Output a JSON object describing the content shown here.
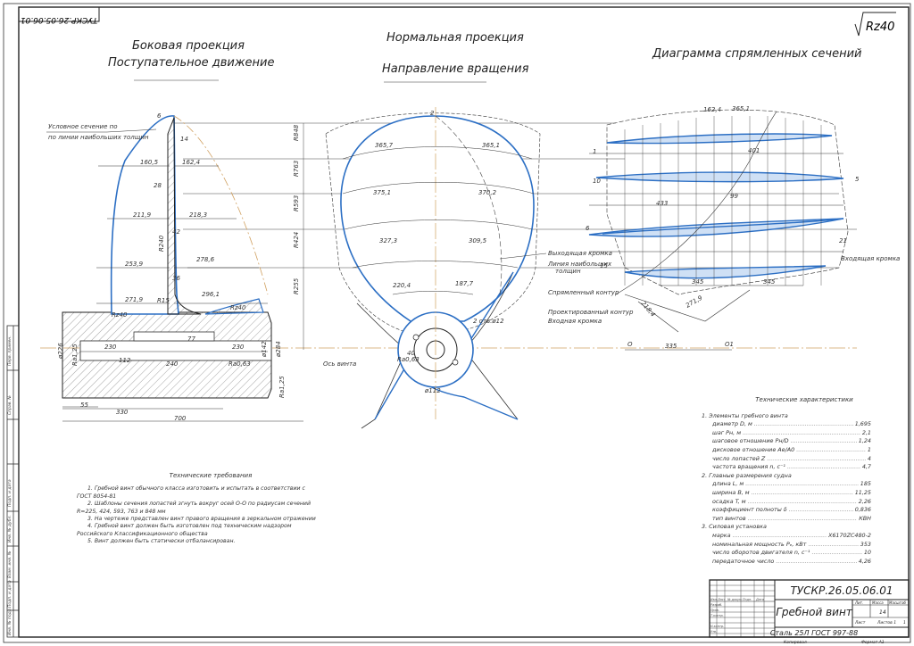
{
  "stamp_top": "ТУСКР.26.05.06.01",
  "roughness": "Rz40",
  "headings": {
    "side_l1": "Боковая проекция",
    "side_l2": "Поступательное движение",
    "normal_l1": "Нормальная проекция",
    "normal_l2": "Направление вращения",
    "diagram": "Диаграмма спрямленных сечений"
  },
  "callouts": {
    "conditional_section_l1": "Условное сечение по",
    "conditional_section_l2": "по линии наибольших толщин",
    "exit_edge": "Выходящая кромка",
    "max_thickness_l1": "Линия наибольших",
    "max_thickness_l2": "толщин",
    "straightened_contour": "Спрямленный контур",
    "projected_contour": "Проектированный контур",
    "entry_edge_mid": "Входная кромка",
    "entry_edge_right": "Входящая кромка",
    "holes": "2 отв.ø12",
    "screw_axis": "Ось винта"
  },
  "radii": [
    "R848",
    "R763",
    "R593",
    "R424",
    "R255"
  ],
  "side_dims": [
    "160,5",
    "162,4",
    "211,9",
    "218,3",
    "253,9",
    "278,6",
    "271,9",
    "296,1",
    "28",
    "14",
    "36",
    "42",
    "6",
    "230",
    "230",
    "240",
    "77",
    "112",
    "55",
    "330",
    "700",
    "Rz40",
    "Rz40",
    "Ra0,63",
    "Ra1,25",
    "Ra1,25",
    "ø226",
    "ø142",
    "ø284",
    "R240",
    "R15"
  ],
  "normal_dims": [
    "365,7",
    "365,1",
    "375,1",
    "370,2",
    "327,3",
    "309,5",
    "220,4",
    "187,7",
    "2",
    "Ra0,63",
    "40",
    "ø112"
  ],
  "diagram_dims": [
    "162,4",
    "365,1",
    "401",
    "433",
    "99",
    "335",
    "345",
    "345",
    "271,9",
    "218,4",
    "O",
    "O1",
    "1",
    "5",
    "6",
    "10",
    "15",
    "21"
  ],
  "tech_requirements": {
    "title": "Технические требования",
    "items": [
      "1. Гребной винт обычного класса изготовить и испытать в соответствии с ГОСТ 8054-81",
      "2. Шаблоны сечения лопастей згнуть вокруг осей О-О по радиусам сечений R=225, 424, 593, 763 и 848 мм",
      "3. На чертеже представлен винт правого вращения в зеркальном отражении",
      "4. Гребной винт должен быть изготовлен под техническим надзором Российского Классификационного общества",
      "5. Винт должен быть статически отбалансирован."
    ]
  },
  "tech_characteristics": {
    "title": "Технические характеристики",
    "sec1": "1. Элементы гребного винта",
    "rows1": [
      {
        "label": "диаметр D, м",
        "value": "1,695"
      },
      {
        "label": "шаг Pн, м",
        "value": "2,1"
      },
      {
        "label": "шаговое отношение Pн/D",
        "value": "1,24"
      },
      {
        "label": "дисковое отношение Ae/A0",
        "value": "1"
      },
      {
        "label": "число лопастей Z",
        "value": "4"
      },
      {
        "label": "частота вращения n, с⁻¹",
        "value": "4,7"
      }
    ],
    "sec2": "2. Главные размерения судна",
    "rows2": [
      {
        "label": "длина L, м",
        "value": "185"
      },
      {
        "label": "ширина B, м",
        "value": "11,25"
      },
      {
        "label": "осадка T, м",
        "value": "2,26"
      },
      {
        "label": "коэффициент полноты δ",
        "value": "0,836"
      },
      {
        "label": "тип винтов",
        "value": "КВН"
      }
    ],
    "sec3": "3. Силовая установка",
    "rows3": [
      {
        "label": "марка",
        "value": "Х6170ZC480-2"
      },
      {
        "label": "номинальная мощность Pₑ, кВт",
        "value": "353"
      },
      {
        "label": "число оборотов двигателя n, с⁻¹",
        "value": "10"
      },
      {
        "label": "передаточное число",
        "value": "4,26"
      }
    ]
  },
  "title_block": {
    "code": "ТУСКР.26.05.06.01",
    "name": "Гребной винт",
    "material": "Сталь 25Л ГОСТ 997-88",
    "mass": "14",
    "hdr_lit": "Лит.",
    "hdr_mass": "Масса",
    "hdr_scale": "Масштаб",
    "sheet": "Лист",
    "sheets": "Листов 1",
    "sheet_count": "1",
    "roles": [
      "Изм.",
      "Лист",
      "№ докум.",
      "Подп.",
      "Дата",
      "Разраб.",
      "Пров.",
      "Т.контр.",
      "Н.контр.",
      "Утв."
    ],
    "copied": "Копировал",
    "format": "Формат А1"
  },
  "side_strip": [
    "Перв. примен.",
    "Справ. №",
    "Подп. и дата",
    "Инв. № дубл.",
    "Взам. инв. №",
    "Подп. и дата",
    "Инв. № подл."
  ]
}
